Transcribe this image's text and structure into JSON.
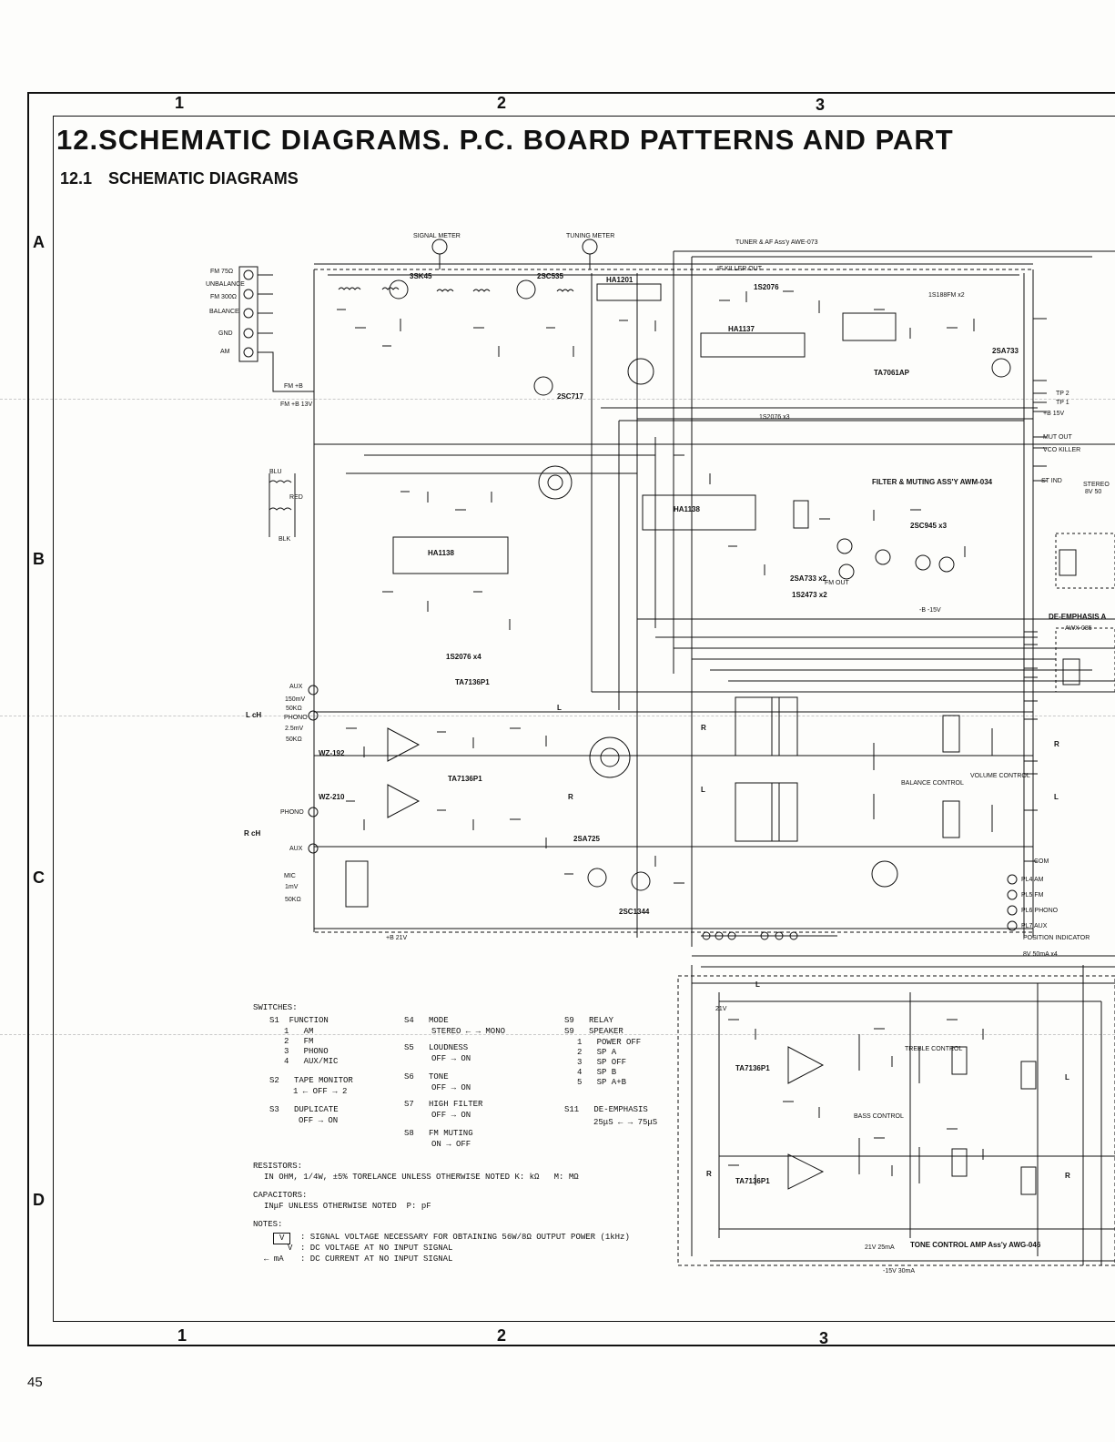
{
  "page": {
    "number": "45",
    "title": "12.SCHEMATIC  DIAGRAMS. P.C. BOARD  PATTERNS  AND  PART",
    "section_number": "12.1",
    "section_title": "SCHEMATIC DIAGRAMS"
  },
  "grid": {
    "columns": [
      "1",
      "2",
      "3"
    ],
    "rows": [
      "A",
      "B",
      "C",
      "D"
    ]
  },
  "labels": {
    "signal_meter": "SIGNAL METER",
    "tuning_meter": "TUNING METER",
    "tuner_assy": "TUNER & AF Ass'y  AWE-073",
    "if_killer_out": "IF KILLER OUT",
    "filter_muting": "FILTER & MUTING ASS'Y  AWM-034",
    "deemphasis": "DE-EMPHASIS A",
    "deemphasis_code": "AWX-085",
    "tone_amp": "TONE CONTROL AMP Ass'y  AWG-046",
    "supply_21v": "21V  25mA",
    "supply_15v": "-15V  30mA",
    "power_21v": "21V",
    "position_indicator": "POSITION INDICATOR",
    "position_indicator_spec": "8V 50mA x4",
    "l_ch": "L cH",
    "r_ch": "R cH",
    "aux": "AUX",
    "phono": "PHONO",
    "mic": "MIC",
    "fm_75": "FM 75Ω",
    "unbalance": "UNBALANCE",
    "fm_300": "FM 300Ω",
    "balance": "BALANCE",
    "gnd": "GND",
    "am": "AM",
    "blu": "BLU",
    "red": "RED",
    "blk": "BLK",
    "fm_b": "FM +B",
    "fm_b13": "FM +B 13V",
    "ha1138_a": "HA1138",
    "ha1138_b": "HA1138",
    "ha1137": "HA1137",
    "ha1201": "HA1201",
    "ta7136p1_a": "TA7136P1",
    "ta7136p1_b": "TA7136P1",
    "ta7136p1_c": "TA7136P1",
    "ta7136p1_d": "TA7136P1",
    "ta7061ap": "TA7061AP",
    "q1": "3SK45",
    "q2": "2SC535",
    "q3": "2SC717",
    "q4": "2SA733",
    "q5": "2SC945 x3",
    "q6": "2SA725",
    "q7": "2SC1344",
    "q8": "2SA733 x2",
    "d1": "1S2076",
    "d2": "1S2076 x3",
    "d3": "1S188FM x2",
    "d4": "1S2076 x4",
    "d5": "1S2473 x2",
    "d6": "WZ-192",
    "d7": "WZ-210",
    "volume_control": "VOLUME CONTROL",
    "balance_control": "BALANCE CONTROL",
    "treble_control": "TREBLE CONTROL",
    "bass_control": "BASS CONTROL",
    "pl4": "PL4 AM",
    "pl5": "PL5 FM",
    "pl6": "PL6 PHONO",
    "pl7": "PL7 AUX",
    "stereo": "STEREO",
    "stereo_spec": "8V 50",
    "vco_killer": "VCO KILLER",
    "st_ind": "ST IND",
    "mut_out": "MUT OUT",
    "fm_out": "FM OUT",
    "l": "L",
    "r": "R",
    "com": "COM",
    "tp1": "TP 1",
    "tp2": "TP 2",
    "plus_b_15v": "+B 15V",
    "plus_b_21v": "+B 21V",
    "minus_b_15v": "-B -15V",
    "v150mv": "150mV",
    "v50k": "50KΩ",
    "v2_5mv": "2.5mV",
    "v1mv": "1mV"
  },
  "switches": {
    "heading": "SWITCHES:",
    "s1": "S1  FUNCTION",
    "s1_items": [
      "1   AM",
      "2   FM",
      "3   PHONO",
      "4   AUX/MIC"
    ],
    "s2": "S2   TAPE MONITOR",
    "s2_items": "1 ← OFF → 2",
    "s3": "S3   DUPLICATE",
    "s3_items": "OFF → ON",
    "s4": "S4   MODE",
    "s4_items": "STEREO ← → MONO",
    "s5": "S5   LOUDNESS",
    "s5_items": "OFF → ON",
    "s6": "S6   TONE",
    "s6_items": "OFF → ON",
    "s7": "S7   HIGH FILTER",
    "s7_items": "OFF → ON",
    "s8": "S8   FM MUTING",
    "s8_items": "ON → OFF",
    "s9": "S9   RELAY",
    "s9b": "S9   SPEAKER",
    "s9_items": [
      "1   POWER OFF",
      "2   SP A",
      "3   SP OFF",
      "4   SP B",
      "5   SP A+B"
    ],
    "s11": "S11   DE-EMPHASIS",
    "s11_items": "25μS ← → 75μS"
  },
  "legend": {
    "resistors_heading": "RESISTORS:",
    "resistors_text": "IN OHM, 1/4W, ±5% TORELANCE UNLESS OTHERWISE NOTED K: kΩ   M: MΩ",
    "capacitors_heading": "CAPACITORS:",
    "capacitors_text": "INμF UNLESS OTHERWISE NOTED  P: pF",
    "notes_heading": "NOTES:",
    "note_v_box": "V",
    "note_v_box_text": ": SIGNAL VOLTAGE NECESSARY FOR OBTAINING 56W/8Ω OUTPUT POWER (1kHz)",
    "note_v": "V",
    "note_v_text": ": DC VOLTAGE AT NO INPUT SIGNAL",
    "note_ma": "← mA",
    "note_ma_text": ": DC CURRENT AT NO INPUT SIGNAL"
  },
  "colors": {
    "ink": "#111111",
    "paper": "#fdfdfb",
    "fold": "#c9c9c9"
  }
}
